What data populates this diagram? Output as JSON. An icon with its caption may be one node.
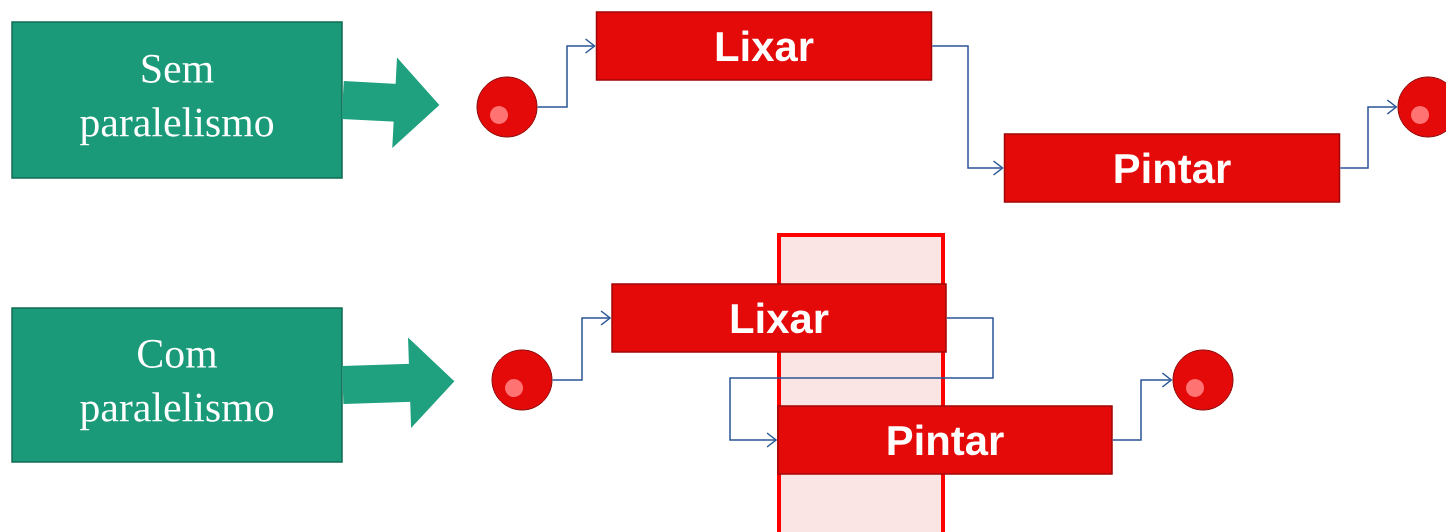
{
  "diagram": {
    "nodes": [
      {
        "text": [
          "Sem paralelismo"
        ]
      },
      {
        "text": [],
        "shape": "circle"
      },
      {
        "text": [
          "Lixar"
        ]
      },
      {
        "text": [
          "Pintar"
        ]
      },
      {
        "text": [],
        "shape": "circle"
      },
      {
        "text": [
          "Com paralelismo"
        ]
      },
      {
        "text": [],
        "shape": "circle"
      },
      {
        "text": [
          "Lixar"
        ]
      },
      {
        "text": [
          "Pintar"
        ]
      },
      {
        "text": [],
        "shape": "circle"
      }
    ],
    "edges": [
      {
        "from": 0,
        "to": 1,
        "arrow": "to",
        "style": "thick",
        "color": "#1fa07e"
      },
      {
        "from": 1,
        "to": 2,
        "arrow": "to"
      },
      {
        "from": 2,
        "to": 3,
        "arrow": "to"
      },
      {
        "from": 3,
        "to": 4,
        "arrow": "to"
      },
      {
        "from": 5,
        "to": 6,
        "arrow": "to",
        "style": "thick",
        "color": "#1fa07e"
      },
      {
        "from": 6,
        "to": 7,
        "arrow": "to"
      },
      {
        "from": 7,
        "to": 8,
        "arrow": "to"
      },
      {
        "from": 8,
        "to": 9,
        "arrow": "to"
      }
    ]
  }
}
